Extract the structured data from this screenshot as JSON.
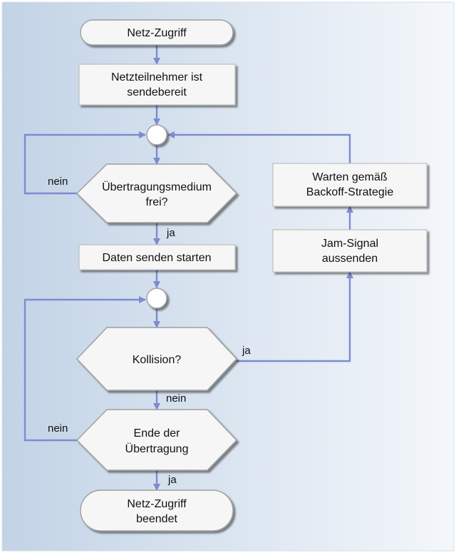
{
  "nodes": {
    "start": [
      "Netz-Zugriff"
    ],
    "ready": [
      "Netzteilnehmer ist",
      "sendebereit"
    ],
    "medium_free": [
      "Übertragungsmedium",
      "frei?"
    ],
    "send_start": [
      "Daten senden starten"
    ],
    "collision": [
      "Kollision?"
    ],
    "end_transfer": [
      "Ende der",
      "Übertragung"
    ],
    "finished": [
      "Netz-Zugriff",
      "beendet"
    ],
    "jam": [
      "Jam-Signal",
      "aussenden"
    ],
    "backoff": [
      "Warten gemäß",
      "Backoff-Strategie"
    ]
  },
  "edges": {
    "medium_no": "nein",
    "medium_yes": "ja",
    "collision_yes": "ja",
    "collision_no": "nein",
    "end_no": "nein",
    "end_yes": "ja"
  },
  "colors": {
    "line": "#7d8bd0",
    "box_fill": "#f6f6f6",
    "box_stroke": "#bdbdbd",
    "bg_left": "#c2d3e6",
    "bg_right": "#f4f7fb"
  }
}
